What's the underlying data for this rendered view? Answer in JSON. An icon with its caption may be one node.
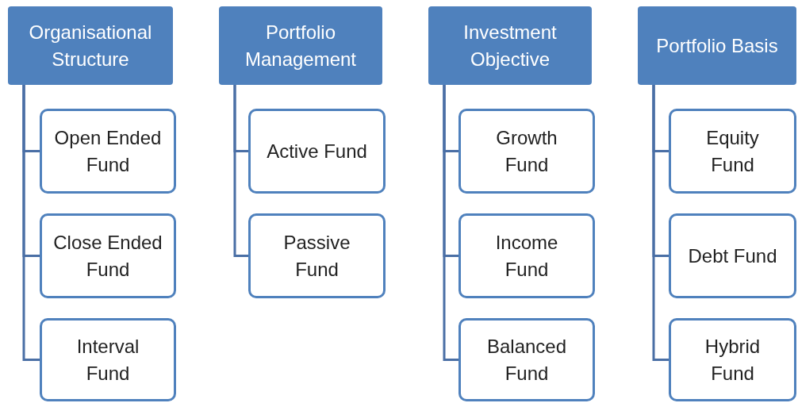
{
  "diagram": {
    "nodes": [
      {
        "text": [
          "Organisational Structure"
        ]
      },
      {
        "text": [
          "Open Ended Fund"
        ]
      },
      {
        "text": [
          "Close Ended Fund"
        ]
      },
      {
        "text": [
          "Interval Fund"
        ]
      },
      {
        "text": [
          "Portfolio Management"
        ]
      },
      {
        "text": [
          "Active Fund"
        ]
      },
      {
        "text": [
          "Passive Fund"
        ]
      },
      {
        "text": [
          "Investment Objective"
        ]
      },
      {
        "text": [
          "Growth Fund"
        ]
      },
      {
        "text": [
          "Income Fund"
        ]
      },
      {
        "text": [
          "Balanced Fund"
        ]
      },
      {
        "text": [
          "Portfolio Basis"
        ]
      },
      {
        "text": [
          "Equity Fund"
        ]
      },
      {
        "text": [
          "Debt Fund"
        ]
      },
      {
        "text": [
          "Hybrid Fund"
        ]
      }
    ],
    "edges": [
      {
        "from": 0,
        "to": 1,
        "arrow": "none"
      },
      {
        "from": 0,
        "to": 2,
        "arrow": "none"
      },
      {
        "from": 0,
        "to": 3,
        "arrow": "none"
      },
      {
        "from": 4,
        "to": 5,
        "arrow": "none"
      },
      {
        "from": 4,
        "to": 6,
        "arrow": "none"
      },
      {
        "from": 7,
        "to": 8,
        "arrow": "none"
      },
      {
        "from": 7,
        "to": 9,
        "arrow": "none"
      },
      {
        "from": 7,
        "to": 10,
        "arrow": "none"
      },
      {
        "from": 11,
        "to": 12,
        "arrow": "none"
      },
      {
        "from": 11,
        "to": 13,
        "arrow": "none"
      },
      {
        "from": 11,
        "to": 14,
        "arrow": "none"
      }
    ]
  }
}
